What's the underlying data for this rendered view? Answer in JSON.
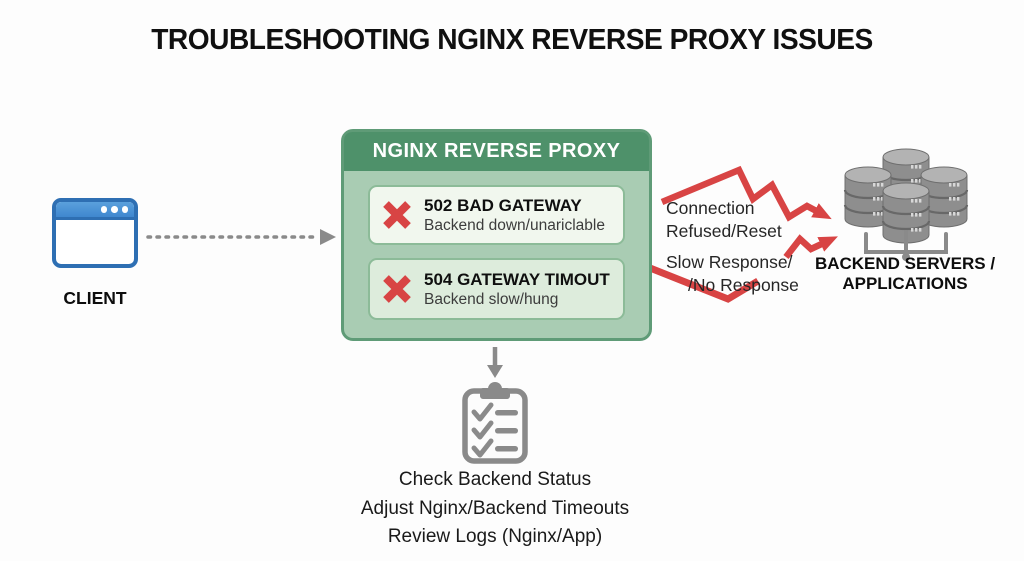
{
  "title": "TROUBLESHOOTING NGINX REVERSE PROXY ISSUES",
  "client": {
    "label": "CLIENT",
    "icon": "browser-window-icon"
  },
  "proxy": {
    "header": "NGINX REVERSE PROXY",
    "errors": [
      {
        "icon": "red-x-icon",
        "code_title": "502 BAD GATEWAY",
        "description": "Backend down/unariclable"
      },
      {
        "icon": "red-x-icon",
        "code_title": "504 GATEWAY TIMOUT",
        "description": "Backend slow/hung"
      }
    ]
  },
  "failure_labels": {
    "connection_line1": "Connection",
    "connection_line2": "Refused/Reset",
    "slow_line1": "Slow Response/",
    "slow_line2": "/No Response"
  },
  "backend": {
    "icon": "server-cluster-icon",
    "label_line1": "BACKEND SERVERS /",
    "label_line2": "APPLICATIONS"
  },
  "remediation": {
    "icon": "checklist-clipboard-icon",
    "steps": [
      "Check Backend Status",
      "Adjust Nginx/Backend Timeouts",
      "Review Logs (Nginx/App)"
    ]
  },
  "colors": {
    "proxy_header_green": "#4e916a",
    "proxy_body_green": "#a9ccb3",
    "proxy_border_green": "#5f9b77",
    "error_box1_bg": "#f1f7ee",
    "error_box2_bg": "#ddecdc",
    "error_red": "#d84444",
    "client_blue": "#3f87cf",
    "client_border_blue": "#2e6fb3",
    "connector_gray": "#8a8a8a"
  }
}
